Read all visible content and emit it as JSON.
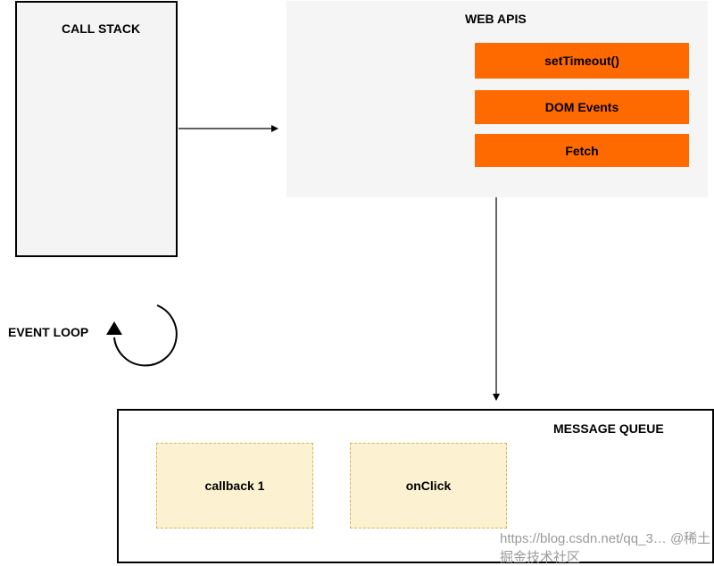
{
  "call_stack": {
    "title": "CALL STACK"
  },
  "web_apis": {
    "title": "WEB APIS",
    "items": [
      "setTimeout()",
      "DOM Events",
      "Fetch"
    ],
    "item_color": "#ff6a00"
  },
  "event_loop": {
    "label": "EVENT LOOP"
  },
  "message_queue": {
    "title": "MESSAGE QUEUE",
    "items": [
      "callback 1",
      "onClick"
    ],
    "item_color": "#fcf2d2",
    "item_border_color": "#d6b656"
  },
  "watermark": {
    "text": "https://blog.csdn.net/qq_3… @稀土掘金技术社区"
  }
}
